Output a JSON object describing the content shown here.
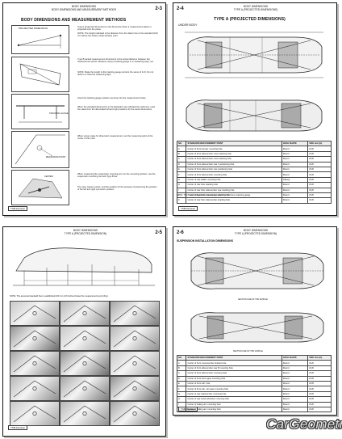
{
  "page1": {
    "header": [
      "BODY DIMENSIONS",
      "BODY DIMENSIONS AND MEASUREMENT METHODS"
    ],
    "page_number": "2-3",
    "section_title": "BODY DIMENSIONS AND MEASUREMENT METHODS",
    "figure_label": "PROJECTED DIMENSION",
    "paragraphs": [
      "Type A (projected dimension) is the dimension when a measurement taken in projected onto the plane.",
      "NOTE: The height indicated is the distance from the datum line to the standard (100 mm above the lowest metal surface) point.",
      "Type B (actual measurement dimension) is the actual distance between two measurement points. Measure using a tracking gauge or a measuring tape, etc.",
      "NOTE: Make the length of the tracking gauge pointers the same (2 & 6). Do not deform or twist the measuring tape.",
      "Insert the tracking gauge pointers securely into the measurement holes.",
      "When the standard dimensions in the illustration are indicated by reference, read the value from the illuminated left and right positions for the same dimensions.",
      "When using a tape for dimension measurement, set the measuring point at the center of the mark.",
      "When measuring the suspension mounting arm on the mounting position, use the suspension mounting tool and Type B bar.",
      "The seal, caution points, and the position for the purpose of preserving the position of the left and right symmetric position."
    ],
    "callouts": [
      "TRACKING GAUGE",
      "MEASURING POINT",
      "CENTER"
    ],
    "footer": "TSB Revision"
  },
  "page2": {
    "page_number": "2-4",
    "header": [
      "BODY DIMENSIONS",
      "TYPE A (PROJECTED DIMENSIONS)"
    ],
    "section_title": "TYPE A (PROJECTED DIMENSIONS)",
    "subsection": "UNDER BODY",
    "table": {
      "headers": [
        "NO.",
        "STANDARD MEASUREMENT POINT",
        "HOLE SHAPE",
        "SIZE mm (in)"
      ],
      "rows": [
        [
          "A",
          "Center of front bumper mounting hole",
          "Round",
          "Ø 20"
        ],
        [
          "B",
          "Center of front sidemember cross stacking hole",
          "Round",
          "Ø 20"
        ],
        [
          "C",
          "Center of front sidemember cross stacking hole",
          "Round",
          "Ø 20"
        ],
        [
          "D",
          "Center of front sidemember rear 1 positioning hole",
          "Round",
          "Ø 20"
        ],
        [
          "E",
          "Center of front sidemember rear positioning hole",
          "Round",
          "Ø 20"
        ],
        [
          "F",
          "Center of front sidemember mounting hole",
          "Round",
          "Ø 20"
        ],
        [
          "G",
          "Center of rear ladder mounting hole",
          "Oblong",
          "Ø 20"
        ],
        [
          "H",
          "Center of rear floor stacking hole",
          "Round",
          "Ø 20"
        ],
        [
          "I",
          "Center of rear floor sidemember rear stacking hole",
          "Round",
          "Ø 20"
        ],
        [
          "J",
          "Center of rear floor sidemember stacking hole",
          "Round",
          "Ø 20"
        ],
        [
          "K",
          "Center of rear floor sidemember stacking hole",
          "Round",
          "Ø 20"
        ]
      ],
      "note": "NOTE: The * mark indicates the mounting position for the frame stacking gauge."
    },
    "footer": "TSB Revision"
  },
  "page3": {
    "page_number": "2-5",
    "header": [
      "BODY DIMENSIONS",
      "TYPE A (PROJECTED DIMENSION)"
    ],
    "note": "NOTE: The assumed standard line is established 100 mm (3.9 inches) below the measurement point (Fig.)",
    "footer": "TSB Revision"
  },
  "page4": {
    "page_number": "2-6",
    "header": [
      "BODY DIMENSIONS",
      "TYPE A (PROJECTED DIMENSION)"
    ],
    "section_title": "SUSPENSION INSTALLATION DIMENSIONS",
    "labels": [
      "SECTION LINE OF THE VEHICLE",
      "SECTION LINE OF THE VEHICLE"
    ],
    "table": {
      "headers": [
        "NO.",
        "STANDARD MEASUREMENT POINT",
        "HOLE SHAPE",
        "SIZE mm (in)"
      ],
      "rows": [
        [
          "A",
          "Center of front crossmember bracket hole",
          "Round",
          "Ø 20"
        ],
        [
          "B",
          "Center of front sidemember rear B mounting hole",
          "Round",
          "Ø 20"
        ],
        [
          "C",
          "Center of front sidemember mounting hole",
          "Round",
          "Ø 20"
        ],
        [
          "D",
          "Center of front strut upper mounting hole",
          "Round",
          "Ø 20"
        ],
        [
          "E",
          "Center of front sub. hole",
          "Round",
          "Ø 20"
        ],
        [
          "F",
          "Center of front sub. 1st spare mounting hole",
          "Round",
          "Ø 20"
        ],
        [
          "G",
          "Center of rear sidemember mounting hole",
          "Round",
          "Ø 20"
        ],
        [
          "H",
          "Center of rear shock absorber mounting hole",
          "Round",
          "Ø 20"
        ],
        [
          "I",
          "Center of trailing arm mounting hole",
          "Round",
          "Ø 20"
        ],
        [
          "J",
          "Center of trailing arm mounting hole",
          "Round",
          "Ø 20"
        ]
      ]
    },
    "footer": "TSB Revision"
  },
  "watermark": "CarGeometry"
}
